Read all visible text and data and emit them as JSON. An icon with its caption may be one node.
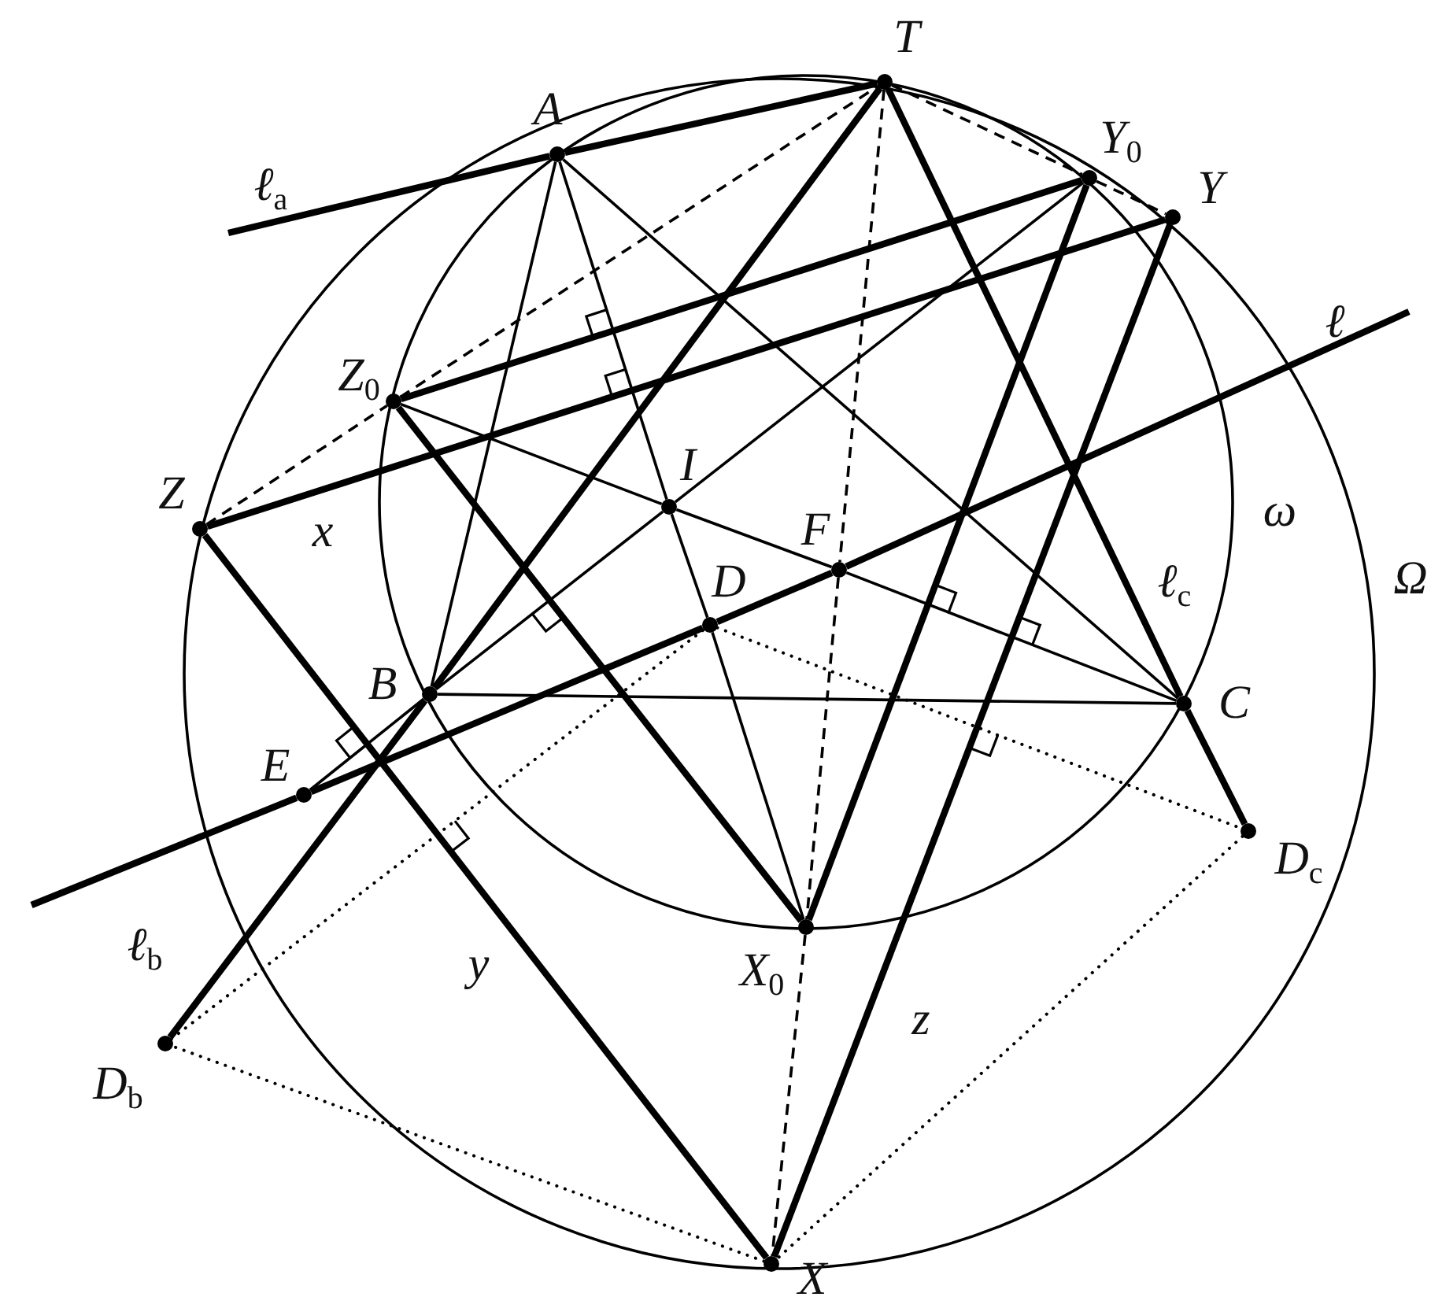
{
  "diagram": {
    "nodes": [
      {
        "text": [],
        "shape": "circle",
        "beside": [
          "T"
        ]
      },
      {
        "text": [],
        "shape": "circle",
        "beside": [
          "A"
        ]
      },
      {
        "text": [],
        "shape": "circle",
        "beside": [
          "Y$_{0}$"
        ]
      },
      {
        "text": [],
        "shape": "circle",
        "beside": [
          "Y"
        ]
      },
      {
        "text": [],
        "shape": "circle",
        "beside": [
          "Z$_{0}$"
        ]
      },
      {
        "text": [],
        "shape": "circle",
        "beside": [
          "Z"
        ]
      },
      {
        "text": [],
        "shape": "circle",
        "beside": [
          "I"
        ]
      },
      {
        "text": [],
        "shape": "circle",
        "beside": [
          "F"
        ]
      },
      {
        "text": [],
        "shape": "circle",
        "beside": [
          "D"
        ]
      },
      {
        "text": [],
        "shape": "circle",
        "beside": [
          "B"
        ]
      },
      {
        "text": [],
        "shape": "circle",
        "beside": [
          "C"
        ]
      },
      {
        "text": [],
        "shape": "circle",
        "beside": [
          "E"
        ]
      },
      {
        "text": [],
        "shape": "circle",
        "beside": [
          "X$_{0}$"
        ]
      },
      {
        "text": [],
        "shape": "circle",
        "beside": [
          "D$_{c}$"
        ]
      },
      {
        "text": [],
        "shape": "circle",
        "beside": [
          "D$_{b}$"
        ]
      },
      {
        "text": [],
        "shape": "circle",
        "beside": [
          "X"
        ]
      }
    ],
    "edges": [
      {
        "from": null,
        "to": 1,
        "arrow": "none",
        "style": "thick"
      },
      {
        "from": 1,
        "to": 0,
        "arrow": "none",
        "style": "thick"
      },
      {
        "from": 0,
        "to": 9,
        "arrow": "none",
        "style": "thick"
      },
      {
        "from": 9,
        "to": 14,
        "arrow": "none",
        "style": "thick"
      },
      {
        "from": 0,
        "to": 10,
        "arrow": "none",
        "style": "thick"
      },
      {
        "from": 10,
        "to": 13,
        "arrow": "none",
        "style": "thick"
      },
      {
        "from": 4,
        "to": 2,
        "arrow": "none",
        "style": "thick"
      },
      {
        "from": 5,
        "to": 3,
        "arrow": "none",
        "style": "thick"
      },
      {
        "from": 2,
        "to": 12,
        "arrow": "none",
        "style": "thick"
      },
      {
        "from": 3,
        "to": 15,
        "arrow": "none",
        "style": "thick"
      },
      {
        "from": 4,
        "to": 12,
        "arrow": "none",
        "style": "thick"
      },
      {
        "from": 5,
        "to": 15,
        "arrow": "none",
        "style": "thick"
      },
      {
        "from": null,
        "to": 11,
        "arrow": "none",
        "style": "thick"
      },
      {
        "from": 11,
        "to": 8,
        "arrow": "none",
        "style": "thick"
      },
      {
        "from": 8,
        "to": 7,
        "arrow": "none",
        "style": "thick"
      },
      {
        "from": 7,
        "to": null,
        "arrow": "none",
        "style": "thick"
      },
      {
        "from": 1,
        "to": 9,
        "arrow": "none"
      },
      {
        "from": 1,
        "to": 10,
        "arrow": "none"
      },
      {
        "from": 9,
        "to": 10,
        "arrow": "none"
      },
      {
        "from": 1,
        "to": 6,
        "arrow": "none"
      },
      {
        "from": 6,
        "to": 8,
        "arrow": "none"
      },
      {
        "from": 8,
        "to": 12,
        "arrow": "none"
      },
      {
        "from": 9,
        "to": 6,
        "arrow": "none"
      },
      {
        "from": 6,
        "to": 2,
        "arrow": "none"
      },
      {
        "from": 4,
        "to": 6,
        "arrow": "none"
      },
      {
        "from": 6,
        "to": 7,
        "arrow": "none"
      },
      {
        "from": 7,
        "to": 10,
        "arrow": "none"
      },
      {
        "from": 9,
        "to": 11,
        "arrow": "none"
      },
      {
        "from": 5,
        "to": 4,
        "arrow": "none",
        "style": "dashed"
      },
      {
        "from": 4,
        "to": 0,
        "arrow": "none",
        "style": "dashed"
      },
      {
        "from": 0,
        "to": 2,
        "arrow": "none",
        "style": "dashed"
      },
      {
        "from": 2,
        "to": 3,
        "arrow": "none",
        "style": "dashed"
      },
      {
        "from": 0,
        "to": 7,
        "arrow": "none",
        "style": "dashed"
      },
      {
        "from": 7,
        "to": 12,
        "arrow": "none",
        "style": "dashed"
      },
      {
        "from": 12,
        "to": 15,
        "arrow": "none",
        "style": "dashed"
      },
      {
        "from": 8,
        "to": 13,
        "arrow": "none",
        "style": "dashed"
      },
      {
        "from": 13,
        "to": 15,
        "arrow": "none",
        "style": "dashed"
      },
      {
        "from": 15,
        "to": 14,
        "arrow": "none",
        "style": "dashed"
      },
      {
        "from": 14,
        "to": 8,
        "arrow": "none",
        "style": "dashed"
      }
    ],
    "labels": [
      "ℓ$_{a}$",
      "x",
      "ℓ",
      "ω",
      "Ω",
      "ℓ$_{c}$",
      "ℓ$_{b}$",
      "y",
      "z"
    ]
  }
}
